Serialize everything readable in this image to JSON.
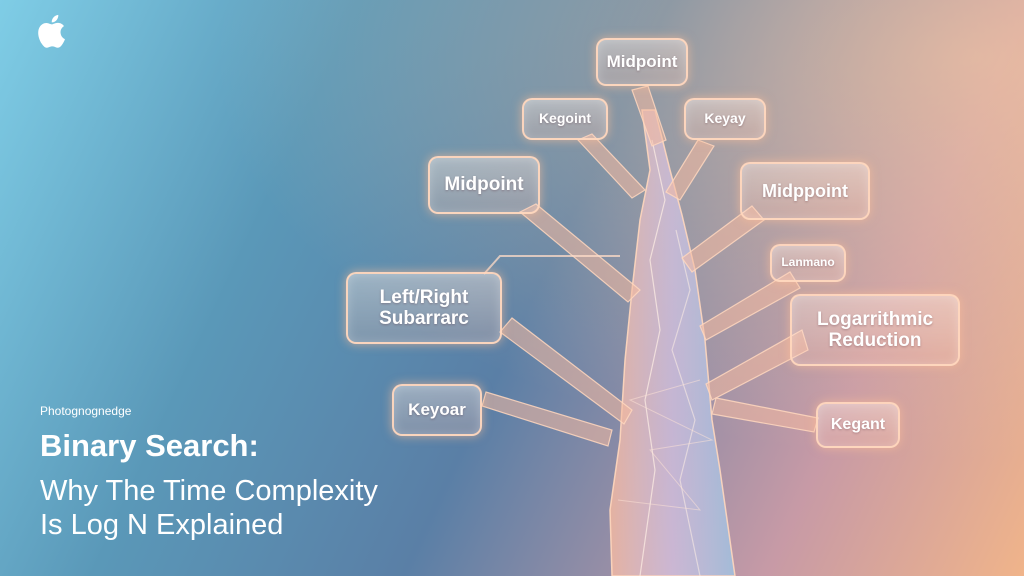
{
  "logo": {
    "icon": "apple-logo-icon"
  },
  "caption": {
    "kicker": "Photognognedge",
    "title": "Binary Search:",
    "subtitle_lines": [
      "Why The Time Complexity",
      "Is Log N Explained"
    ]
  },
  "nodes": {
    "top": "Midpoint",
    "upper_left": "Kegoint",
    "upper_right": "Keyay",
    "mid_left": "Midpoint",
    "mid_right": "Midppoint",
    "small_right": "Lanmano",
    "left_right_line1": "Left/Right",
    "left_right_line2": "Subarrarc",
    "log_line1": "Logarrithmic",
    "log_line2": "Reduction",
    "lower_left": "Keyoar",
    "lower_right": "Kegant"
  },
  "colors": {
    "bg_left": "#7fcde6",
    "bg_mid": "#5a7fa6",
    "bg_right": "#f0b48a",
    "glow": "#ffd7be",
    "text": "#ffffff"
  }
}
